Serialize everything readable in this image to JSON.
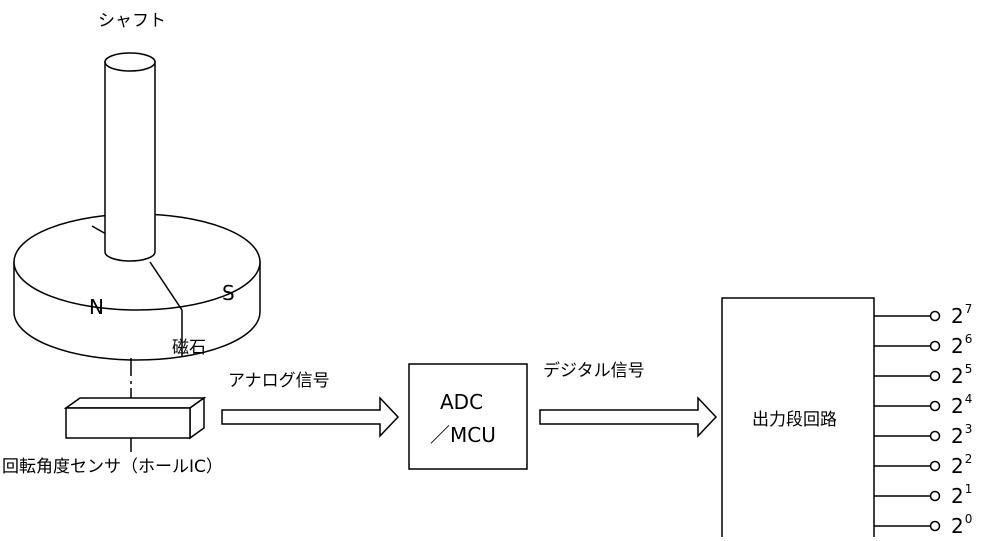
{
  "labels": {
    "shaft": "シャフト",
    "magnet": "磁石",
    "north": "N",
    "south": "S",
    "sensor": "回転角度センサ（ホールIC）",
    "analog_signal": "アナログ信号",
    "digital_signal": "デジタル信号",
    "adc_line1": "ADC",
    "adc_line2": "／MCU",
    "output_stage": "出力段回路"
  },
  "outputs": [
    {
      "base": "2",
      "exp": "7"
    },
    {
      "base": "2",
      "exp": "6"
    },
    {
      "base": "2",
      "exp": "5"
    },
    {
      "base": "2",
      "exp": "4"
    },
    {
      "base": "2",
      "exp": "3"
    },
    {
      "base": "2",
      "exp": "2"
    },
    {
      "base": "2",
      "exp": "1"
    },
    {
      "base": "2",
      "exp": "0"
    }
  ]
}
